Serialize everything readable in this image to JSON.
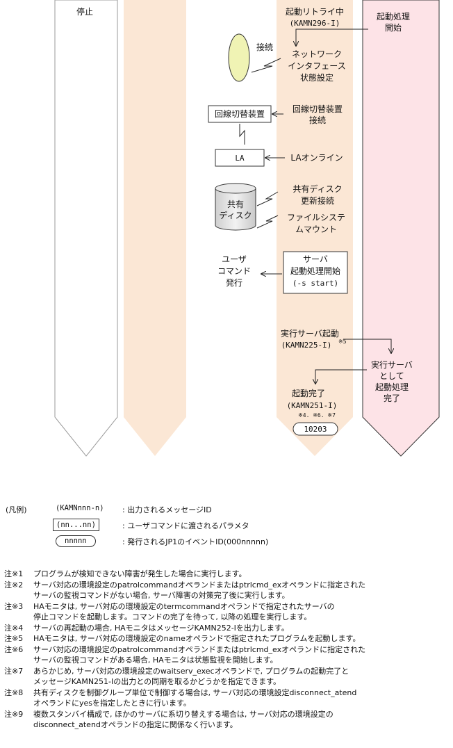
{
  "columns": {
    "stopped_label": "停止",
    "startup_retry": "起動リトライ中",
    "startup_retry_msg": "(KAMN296-I)",
    "start_processing": [
      "起動処理",
      "開始"
    ]
  },
  "steps": {
    "connect_label": "接続",
    "network_if": [
      "ネットワーク",
      "インタフェース",
      "状態設定"
    ],
    "line_switch_device": "回線切替装置",
    "line_switch_connect": [
      "回線切替装置",
      "接続"
    ],
    "la_box": "LA",
    "la_online": "LAオンライン",
    "shared_disk_label": [
      "共有",
      "ディスク"
    ],
    "shared_disk_connect": [
      "共有ディスク",
      "更新接続"
    ],
    "fs_mount": [
      "ファイルシステ",
      "ムマウント"
    ],
    "user_cmd_issue": [
      "ユーザ",
      "コマンド",
      "発行"
    ],
    "server_start_cmd": [
      "サーバ",
      "起動処理開始",
      "(-s start)"
    ],
    "exec_server_start": "実行サーバ起動",
    "exec_server_msg": "(KAMN225-I)",
    "exec_server_note": "※5",
    "as_exec_server": [
      "実行サーバ",
      "として",
      "起動処理",
      "完了"
    ],
    "start_complete": "起動完了",
    "start_complete_msg": "(KAMN251-I)",
    "start_complete_notes": "※4. ※6. ※7",
    "event_id": "10203"
  },
  "legend": {
    "title": "(凡例)",
    "msg_sample": "(KAMNnnn-n)",
    "msg_desc": ": 出力されるメッセージID",
    "param_sample": "(nn...nn)",
    "param_desc": ": ユーザコマンドに渡されるパラメタ",
    "event_sample": "nnnnn",
    "event_desc": ": 発行されるJP1のイベントID(000nnnnn)"
  },
  "notes": [
    {
      "key": "注※1",
      "lines": [
        "プログラムが検知できない障害が発生した場合に実行します。"
      ]
    },
    {
      "key": "注※2",
      "lines": [
        "サーバ対応の環境設定のpatrolcommandオペランドまたはptrlcmd_exオペランドに指定された",
        "サーバの監視コマンドがない場合, サーバ障害の対策完了後に実行します。"
      ]
    },
    {
      "key": "注※3",
      "lines": [
        "HAモニタは, サーバ対応の環境設定のtermcommandオペランドで指定されたサーバの",
        "停止コマンドを起動します。コマンドの完了を待って, 以降の処理を実行します。"
      ]
    },
    {
      "key": "注※4",
      "lines": [
        "サーバの再起動の場合, HAモニタはメッセージKAMN252-Iを出力します。"
      ]
    },
    {
      "key": "注※5",
      "lines": [
        "HAモニタは, サーバ対応の環境設定のnameオペランドで指定されたプログラムを起動します。"
      ]
    },
    {
      "key": "注※6",
      "lines": [
        "サーバ対応の環境設定のpatrolcommandオペランドまたはptrlcmd_exオペランドに指定された",
        "サーバの監視コマンドがある場合, HAモニタは状態監視を開始します。"
      ]
    },
    {
      "key": "注※7",
      "lines": [
        "あらかじめ, サーバ対応の環境設定のwaitserv_execオペランドで, プログラムの起動完了と",
        "メッセージKAMN251-Iの出力との同期を取るかどうかを指定できます。"
      ]
    },
    {
      "key": "注※8",
      "lines": [
        "共有ディスクを制御グループ単位で制御する場合は, サーバ対応の環境設定disconnect_atend",
        "オペランドにyesを指定したときに行います。"
      ]
    },
    {
      "key": "注※9",
      "lines": [
        "複数スタンバイ構成で, ほかのサーバに系切り替えする場合は, サーバ対応の環境設定の",
        "disconnect_atendオペランドの指定に関係なく行います。"
      ]
    }
  ],
  "colors": {
    "stopped": "#ffffff",
    "tan": "#fbe7d5",
    "pink": "#fde3e7",
    "ellipse": "#f0f3b4",
    "disk": "#e6e6e6"
  }
}
